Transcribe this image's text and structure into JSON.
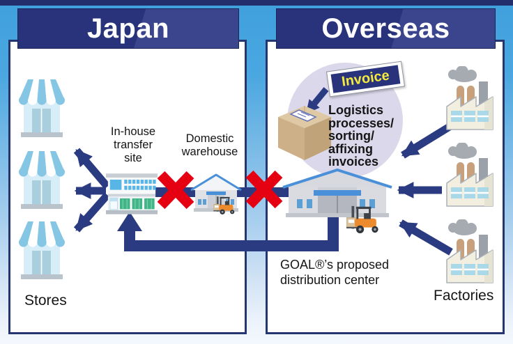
{
  "diagram": {
    "japan": {
      "header": "Japan",
      "transfer_site_label": "In-house\ntransfer\nsite",
      "domestic_warehouse_label": "Domestic\nwarehouse",
      "stores_label": "Stores"
    },
    "overseas": {
      "header": "Overseas",
      "invoice_tag": "Invoice",
      "logistics_note": "Logistics\nprocesses/\nsorting/\naffixing\ninvoices",
      "goal_caption": "GOAL®’s proposed\ndistribution center",
      "factories_label": "Factories"
    },
    "icons": {
      "stores": "store-icon",
      "factories": "factory-icon",
      "domestic_warehouse": "warehouse-icon",
      "distribution_center": "warehouse-icon",
      "transfer_site": "building-icon",
      "package": "cardboard-box-icon",
      "forklift": "forklift-icon",
      "blocked_route": "red-x-icon",
      "flow": "arrow-icon"
    },
    "colors": {
      "header_navy": "#28337b",
      "arrow_navy": "#2a3b82",
      "cross_red": "#e50012",
      "circle_lavender": "#dbd8eb",
      "invoice_yellow": "#f5e93d",
      "background_blue": "#47a6e0"
    }
  }
}
